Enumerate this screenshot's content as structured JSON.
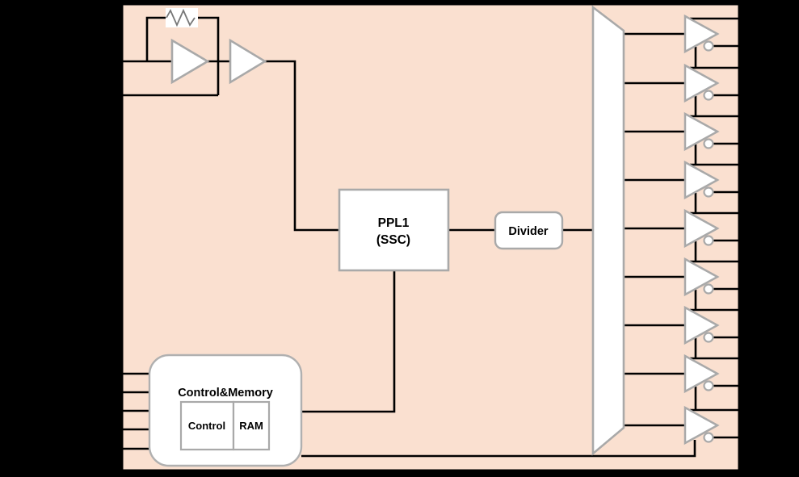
{
  "diagram": {
    "type": "clock-generator-block-diagram",
    "colors": {
      "canvas": "#000000",
      "chip_fill": "#FAE0D0",
      "block_fill": "#FFFFFF",
      "block_stroke": "#A9A9A9",
      "wire": "#000000"
    },
    "blocks": {
      "pll": {
        "label_line1": "PPL1",
        "label_line2": "(SSC)"
      },
      "divider": {
        "label": "Divider"
      },
      "control_memory": {
        "title": "Control&Memory",
        "control_label": "Control",
        "ram_label": "RAM"
      }
    },
    "pins": {
      "crystal_inputs": 2,
      "control_inputs": 5,
      "clock_output_pairs": 9
    }
  }
}
